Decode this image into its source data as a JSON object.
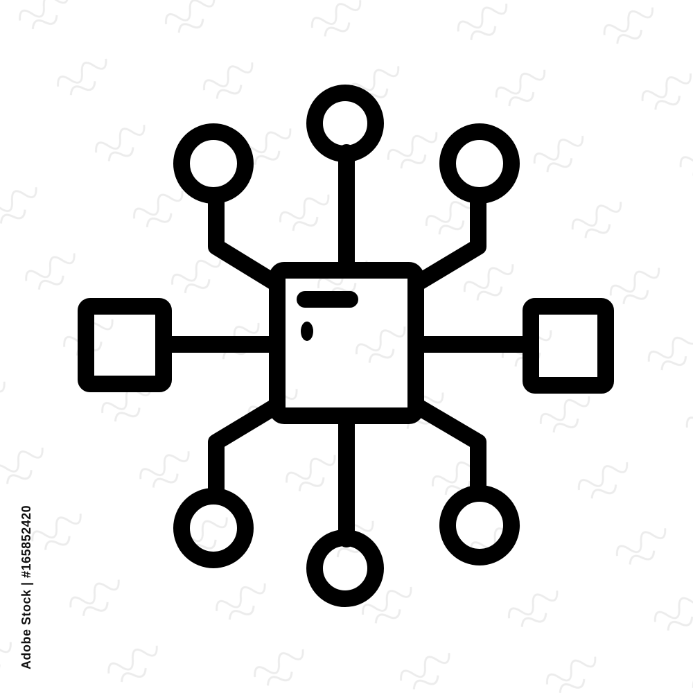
{
  "icon": {
    "name": "network-hub-icon",
    "stroke_color": "#000000",
    "background_color": "#ffffff",
    "nodes": [
      "top-left-circle",
      "top-circle",
      "top-right-circle",
      "left-square",
      "right-square",
      "bottom-left-circle",
      "bottom-circle",
      "bottom-right-circle"
    ]
  },
  "watermark": {
    "icon": "stock-watermark-pattern"
  },
  "stock_id": "Adobe Stock | #165852420"
}
